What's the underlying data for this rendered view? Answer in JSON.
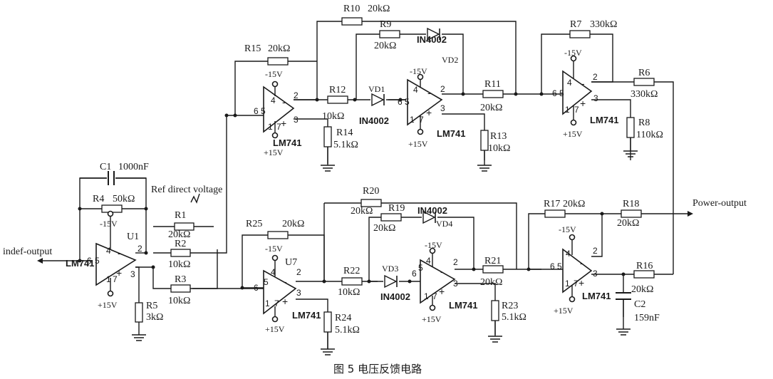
{
  "caption": "图 5   电压反馈电路",
  "signals": {
    "input": "indef-output",
    "reference": "Ref direct voltage",
    "output": "Power-output"
  },
  "supplies": {
    "neg": "-15V",
    "pos": "+15V"
  },
  "opamps": [
    {
      "id": "U1",
      "model": "LM741",
      "pin_inv": "2",
      "pin_noninv": "3",
      "pin_out": "6",
      "pin_neg": "4",
      "pin_pos": "7",
      "pin_x": "5",
      "pin_y": "1"
    },
    {
      "id": "U7",
      "model": "LM741"
    },
    {
      "model": "LM741"
    },
    {
      "model": "LM741"
    },
    {
      "model": "LM741"
    },
    {
      "model": "LM741"
    },
    {
      "model": "LM741"
    }
  ],
  "resistors": [
    {
      "ref": "R1",
      "value": "20kΩ"
    },
    {
      "ref": "R2",
      "value": "10kΩ"
    },
    {
      "ref": "R3",
      "value": "10kΩ"
    },
    {
      "ref": "R4",
      "value": "50kΩ"
    },
    {
      "ref": "R5",
      "value": "3kΩ"
    },
    {
      "ref": "R6",
      "value": "330kΩ"
    },
    {
      "ref": "R7",
      "value": "330kΩ"
    },
    {
      "ref": "R8",
      "value": "110kΩ"
    },
    {
      "ref": "R9",
      "value": "20kΩ"
    },
    {
      "ref": "R10",
      "value": "20kΩ"
    },
    {
      "ref": "R11",
      "value": "20kΩ"
    },
    {
      "ref": "R12",
      "value": "10kΩ"
    },
    {
      "ref": "R13",
      "value": "10kΩ"
    },
    {
      "ref": "R14",
      "value": "5.1kΩ"
    },
    {
      "ref": "R15",
      "value": "20kΩ"
    },
    {
      "ref": "R16",
      "value": "20kΩ"
    },
    {
      "ref": "R17",
      "value": "20kΩ"
    },
    {
      "ref": "R18",
      "value": "20kΩ"
    },
    {
      "ref": "R19",
      "value": "20kΩ"
    },
    {
      "ref": "R20",
      "value": "20kΩ"
    },
    {
      "ref": "R21",
      "value": "20kΩ"
    },
    {
      "ref": "R22",
      "value": "10kΩ"
    },
    {
      "ref": "R23",
      "value": "5.1kΩ"
    },
    {
      "ref": "R24",
      "value": "5.1kΩ"
    },
    {
      "ref": "R25",
      "value": "20kΩ"
    }
  ],
  "capacitors": [
    {
      "ref": "C1",
      "value": "1000nF"
    },
    {
      "ref": "C2",
      "value": "159nF"
    }
  ],
  "diodes": [
    {
      "ref": "VD1",
      "part": "IN4002"
    },
    {
      "ref": "VD2",
      "part": "IN4002"
    },
    {
      "ref": "VD3",
      "part": "IN4002"
    },
    {
      "ref": "VD4",
      "part": "IN4002"
    }
  ]
}
